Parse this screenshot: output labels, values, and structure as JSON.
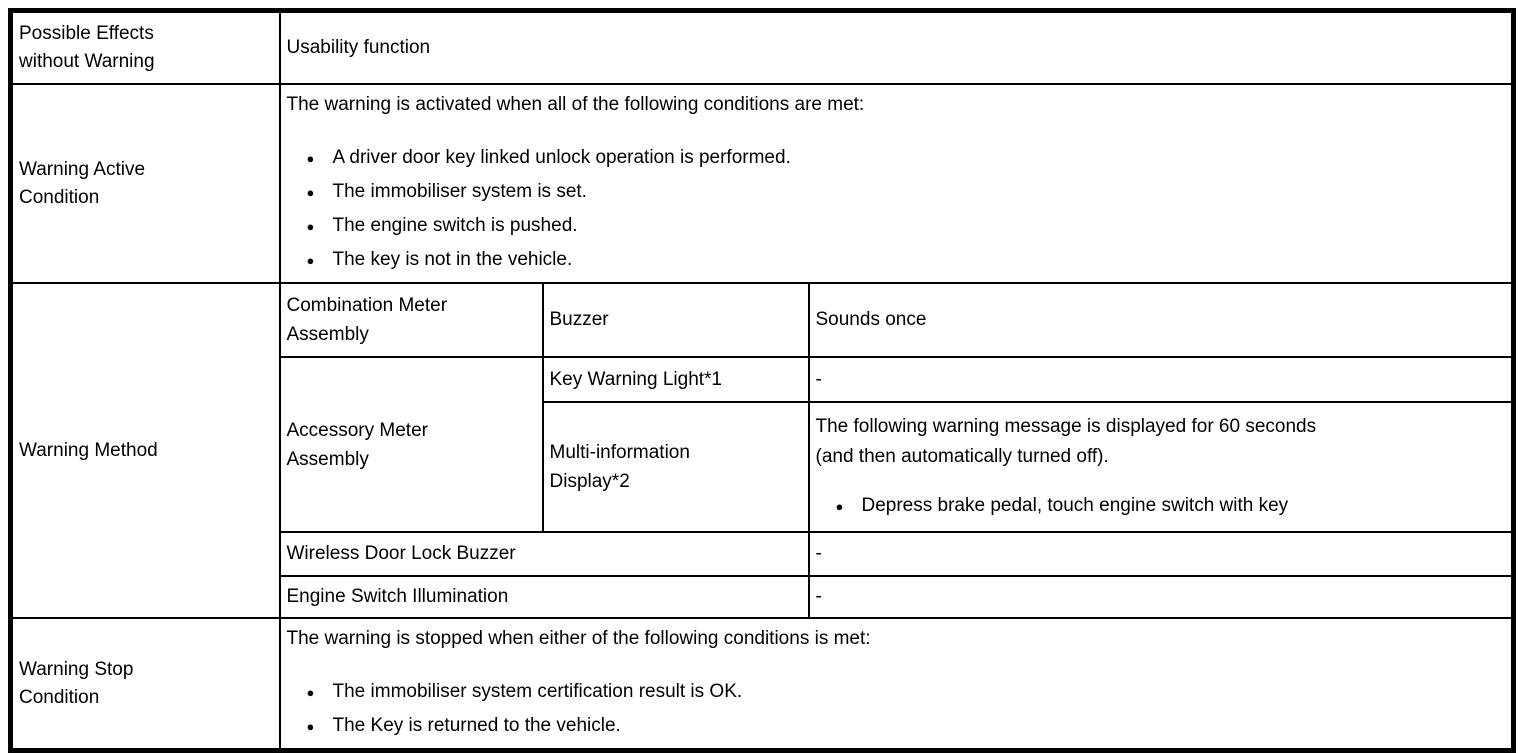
{
  "icons": {
    "bullet": "●"
  },
  "table": {
    "possible_effects": {
      "label": "Possible Effects without Warning",
      "value": "Usability function"
    },
    "warning_active": {
      "label": "Warning Active Condition",
      "intro": "The warning is activated when all of the following conditions are met:",
      "bullets": [
        "A driver door key linked unlock operation is performed.",
        "The immobiliser system is set.",
        "The engine switch is pushed.",
        "The key is not in the vehicle."
      ]
    },
    "warning_method": {
      "label": "Warning Method",
      "combination_meter": {
        "component": "Combination Meter Assembly",
        "item": "Buzzer",
        "method": "Sounds once"
      },
      "accessory_meter": {
        "component": "Accessory Meter Assembly",
        "key_warning_light": {
          "item": "Key Warning Light*1",
          "method": "-"
        },
        "multi_information_display": {
          "item": "Multi-information Display*2",
          "method_intro": "The following warning message is displayed for 60 seconds (and then automatically turned off).",
          "method_bullets": [
            "Depress brake pedal, touch engine switch with key"
          ]
        }
      },
      "wireless_door_lock_buzzer": {
        "component": "Wireless Door Lock Buzzer",
        "method": "-"
      },
      "engine_switch_illumination": {
        "component": "Engine Switch Illumination",
        "method": "-"
      }
    },
    "warning_stop": {
      "label": "Warning Stop Condition",
      "intro": "The warning is stopped when either of the following conditions is met:",
      "bullets": [
        "The immobiliser system certification result is OK.",
        "The Key is returned to the vehicle."
      ]
    }
  }
}
